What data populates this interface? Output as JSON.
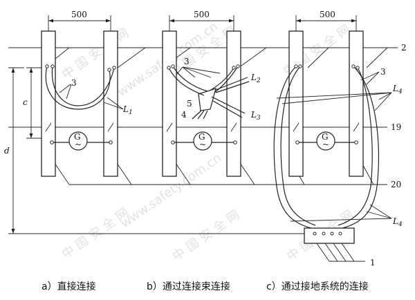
{
  "dimensions": {
    "spacing": "500",
    "c": "c",
    "d": "d"
  },
  "generator_symbol": "G",
  "lines": {
    "line_2": "2",
    "line_19": "19",
    "line_20": "20",
    "line_1": "1"
  },
  "labels": {
    "num_3": "3",
    "num_4": "4",
    "num_5": "5",
    "L": "L",
    "sub_1": "1",
    "sub_2": "2",
    "sub_3": "3",
    "sub_4": "4"
  },
  "captions": {
    "a": "a）直接连接",
    "b": "b）通过连接束连接",
    "c": "c）通过接地系统的连接"
  },
  "watermark": {
    "text": "中 国 安 全 网",
    "url": "www.safety.com.cn"
  }
}
